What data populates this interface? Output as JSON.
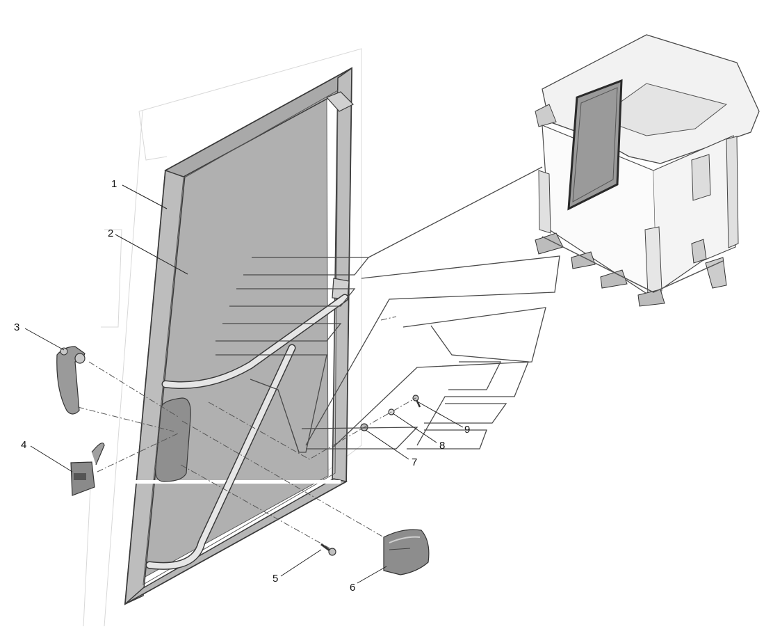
{
  "callouts": [
    {
      "number": "1"
    },
    {
      "number": "2"
    },
    {
      "number": "3"
    },
    {
      "number": "4"
    },
    {
      "number": "5"
    },
    {
      "number": "6"
    },
    {
      "number": "7"
    },
    {
      "number": "8"
    },
    {
      "number": "9"
    }
  ]
}
